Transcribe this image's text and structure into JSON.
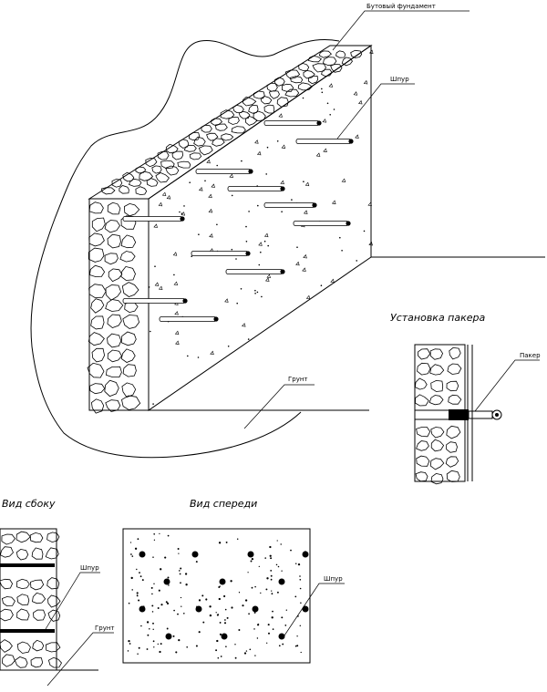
{
  "labels": {
    "foundation": "Бутовый фундамент",
    "borehole_main": "Шпур",
    "ground_main": "Грунт",
    "packer_title": "Установка пакера",
    "packer": "Пакер",
    "side_view": "Вид сбоку",
    "front_view": "Вид спереди",
    "borehole_side": "Шпур",
    "ground_side": "Грунт",
    "borehole_front": "Шпур"
  }
}
